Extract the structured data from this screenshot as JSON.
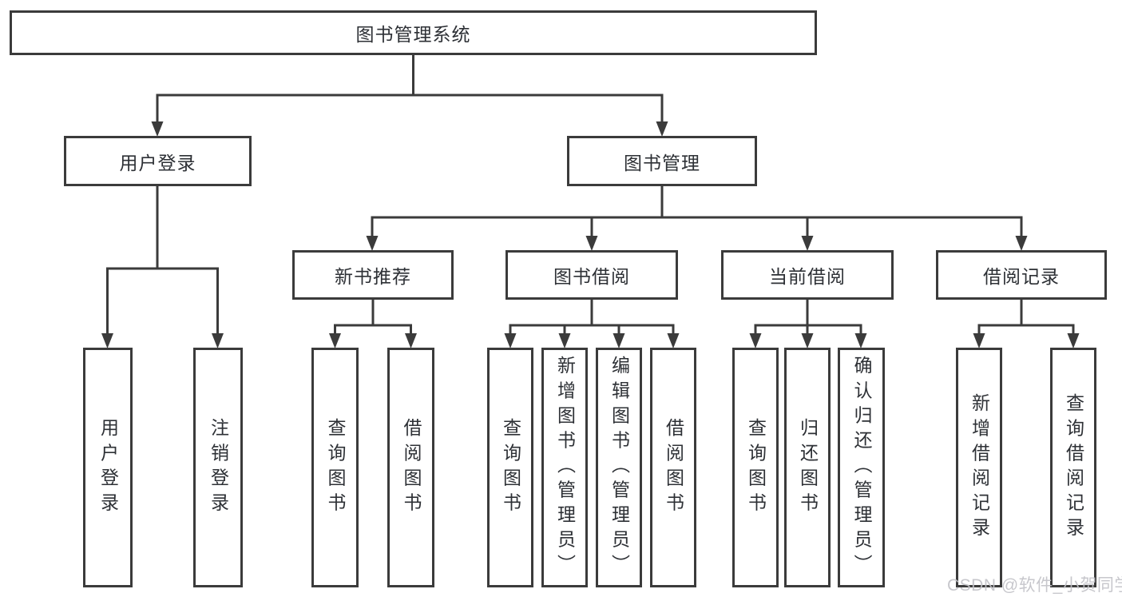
{
  "tree": {
    "root": {
      "label": "图书管理系统",
      "children": [
        {
          "label": "用户登录",
          "children": [
            {
              "label": "用户登录"
            },
            {
              "label": "注销登录"
            }
          ]
        },
        {
          "label": "图书管理",
          "children": [
            {
              "label": "新书推荐",
              "children": [
                {
                  "label": "查询图书"
                },
                {
                  "label": "借阅图书"
                }
              ]
            },
            {
              "label": "图书借阅",
              "children": [
                {
                  "label": "查询图书"
                },
                {
                  "label": "新增图书（管理员）"
                },
                {
                  "label": "编辑图书（管理员）"
                },
                {
                  "label": "借阅图书"
                }
              ]
            },
            {
              "label": "当前借阅",
              "children": [
                {
                  "label": "查询图书"
                },
                {
                  "label": "归还图书"
                },
                {
                  "label": "确认归还（管理员）"
                }
              ]
            },
            {
              "label": "借阅记录",
              "children": [
                {
                  "label": "新增借阅记录"
                },
                {
                  "label": "查询借阅记录"
                }
              ]
            }
          ]
        }
      ]
    }
  },
  "watermark": {
    "text": "CSDN @软件_小贺同学"
  },
  "colors": {
    "line": "#3b3b3b",
    "text": "#2d3035",
    "watermark": "#c2c2c7",
    "bg": "#ffffff"
  }
}
